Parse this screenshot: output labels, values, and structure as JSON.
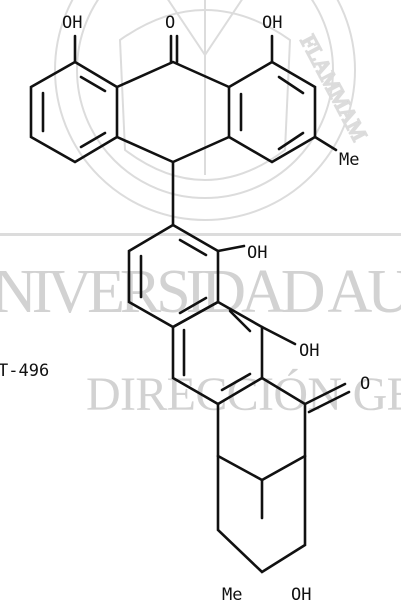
{
  "watermark": {
    "line1": "NIVERSIDAD AU",
    "line2": "DIRECCIÓN GE",
    "seal_text": "FLAMMAM",
    "color": "#d2d2d2"
  },
  "compound_label": "T-496",
  "atoms": {
    "top_oh_left": "OH",
    "top_o": "O",
    "top_oh_right": "OH",
    "top_me": "Me",
    "mid_oh": "OH",
    "lower_oh": "OH",
    "lower_o": "O",
    "bottom_me": "Me",
    "bottom_oh": "OH"
  }
}
